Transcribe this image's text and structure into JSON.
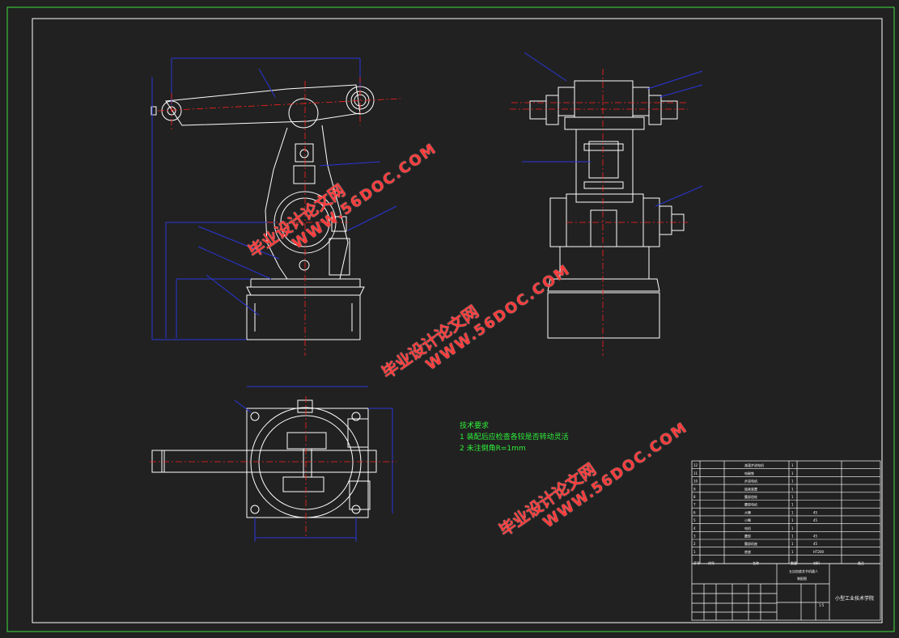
{
  "notes": {
    "title": "技术要求",
    "items": [
      "1 装配后应检查各铰是否转动灵活",
      "2 未注倒角R=1mm"
    ]
  },
  "watermarks": [
    {
      "cn": "毕业设计论文网",
      "en": "WWW.56DOC.COM"
    },
    {
      "cn": "毕业设计论文网",
      "en": "WWW.56DOC.COM"
    },
    {
      "cn": "毕业设计论文网",
      "en": "WWW.56DOC.COM"
    }
  ],
  "bom": {
    "rows": [
      {
        "no": "12",
        "name": "减速步进电机",
        "qty": "1",
        "material": ""
      },
      {
        "no": "11",
        "name": "电磁铁",
        "qty": "1",
        "material": ""
      },
      {
        "no": "10",
        "name": "步进电机",
        "qty": "1",
        "material": ""
      },
      {
        "no": "9",
        "name": "锁紧装置",
        "qty": "1",
        "material": ""
      },
      {
        "no": "8",
        "name": "腰部齿轮",
        "qty": "1",
        "material": ""
      },
      {
        "no": "7",
        "name": "腰部电机",
        "qty": "1",
        "material": ""
      },
      {
        "no": "6",
        "name": "大臂",
        "qty": "1",
        "material": "45"
      },
      {
        "no": "5",
        "name": "小臂",
        "qty": "1",
        "material": "45"
      },
      {
        "no": "4",
        "name": "电机",
        "qty": "1",
        "material": ""
      },
      {
        "no": "3",
        "name": "腰部",
        "qty": "1",
        "material": "45"
      },
      {
        "no": "2",
        "name": "腰部机座",
        "qty": "1",
        "material": "45"
      },
      {
        "no": "1",
        "name": "底座",
        "qty": "1",
        "material": "HT200"
      }
    ],
    "header": {
      "no": "序号",
      "code": "代号",
      "name": "名称",
      "qty": "数量",
      "material": "材料",
      "remark": "备注"
    }
  },
  "title_block": {
    "drawing_name_1": "五自由度关节机器人",
    "drawing_name_2": "装配图",
    "school": "小型工业技术学院",
    "scale": "1:5"
  },
  "colors": {
    "background": "#212121",
    "outline": "#ffffff",
    "dimension": "#2a36d9",
    "centerline": "#ff2020",
    "border": "#3fe03f",
    "watermark": "#ff3b3b",
    "notes": "#2ef03a"
  }
}
